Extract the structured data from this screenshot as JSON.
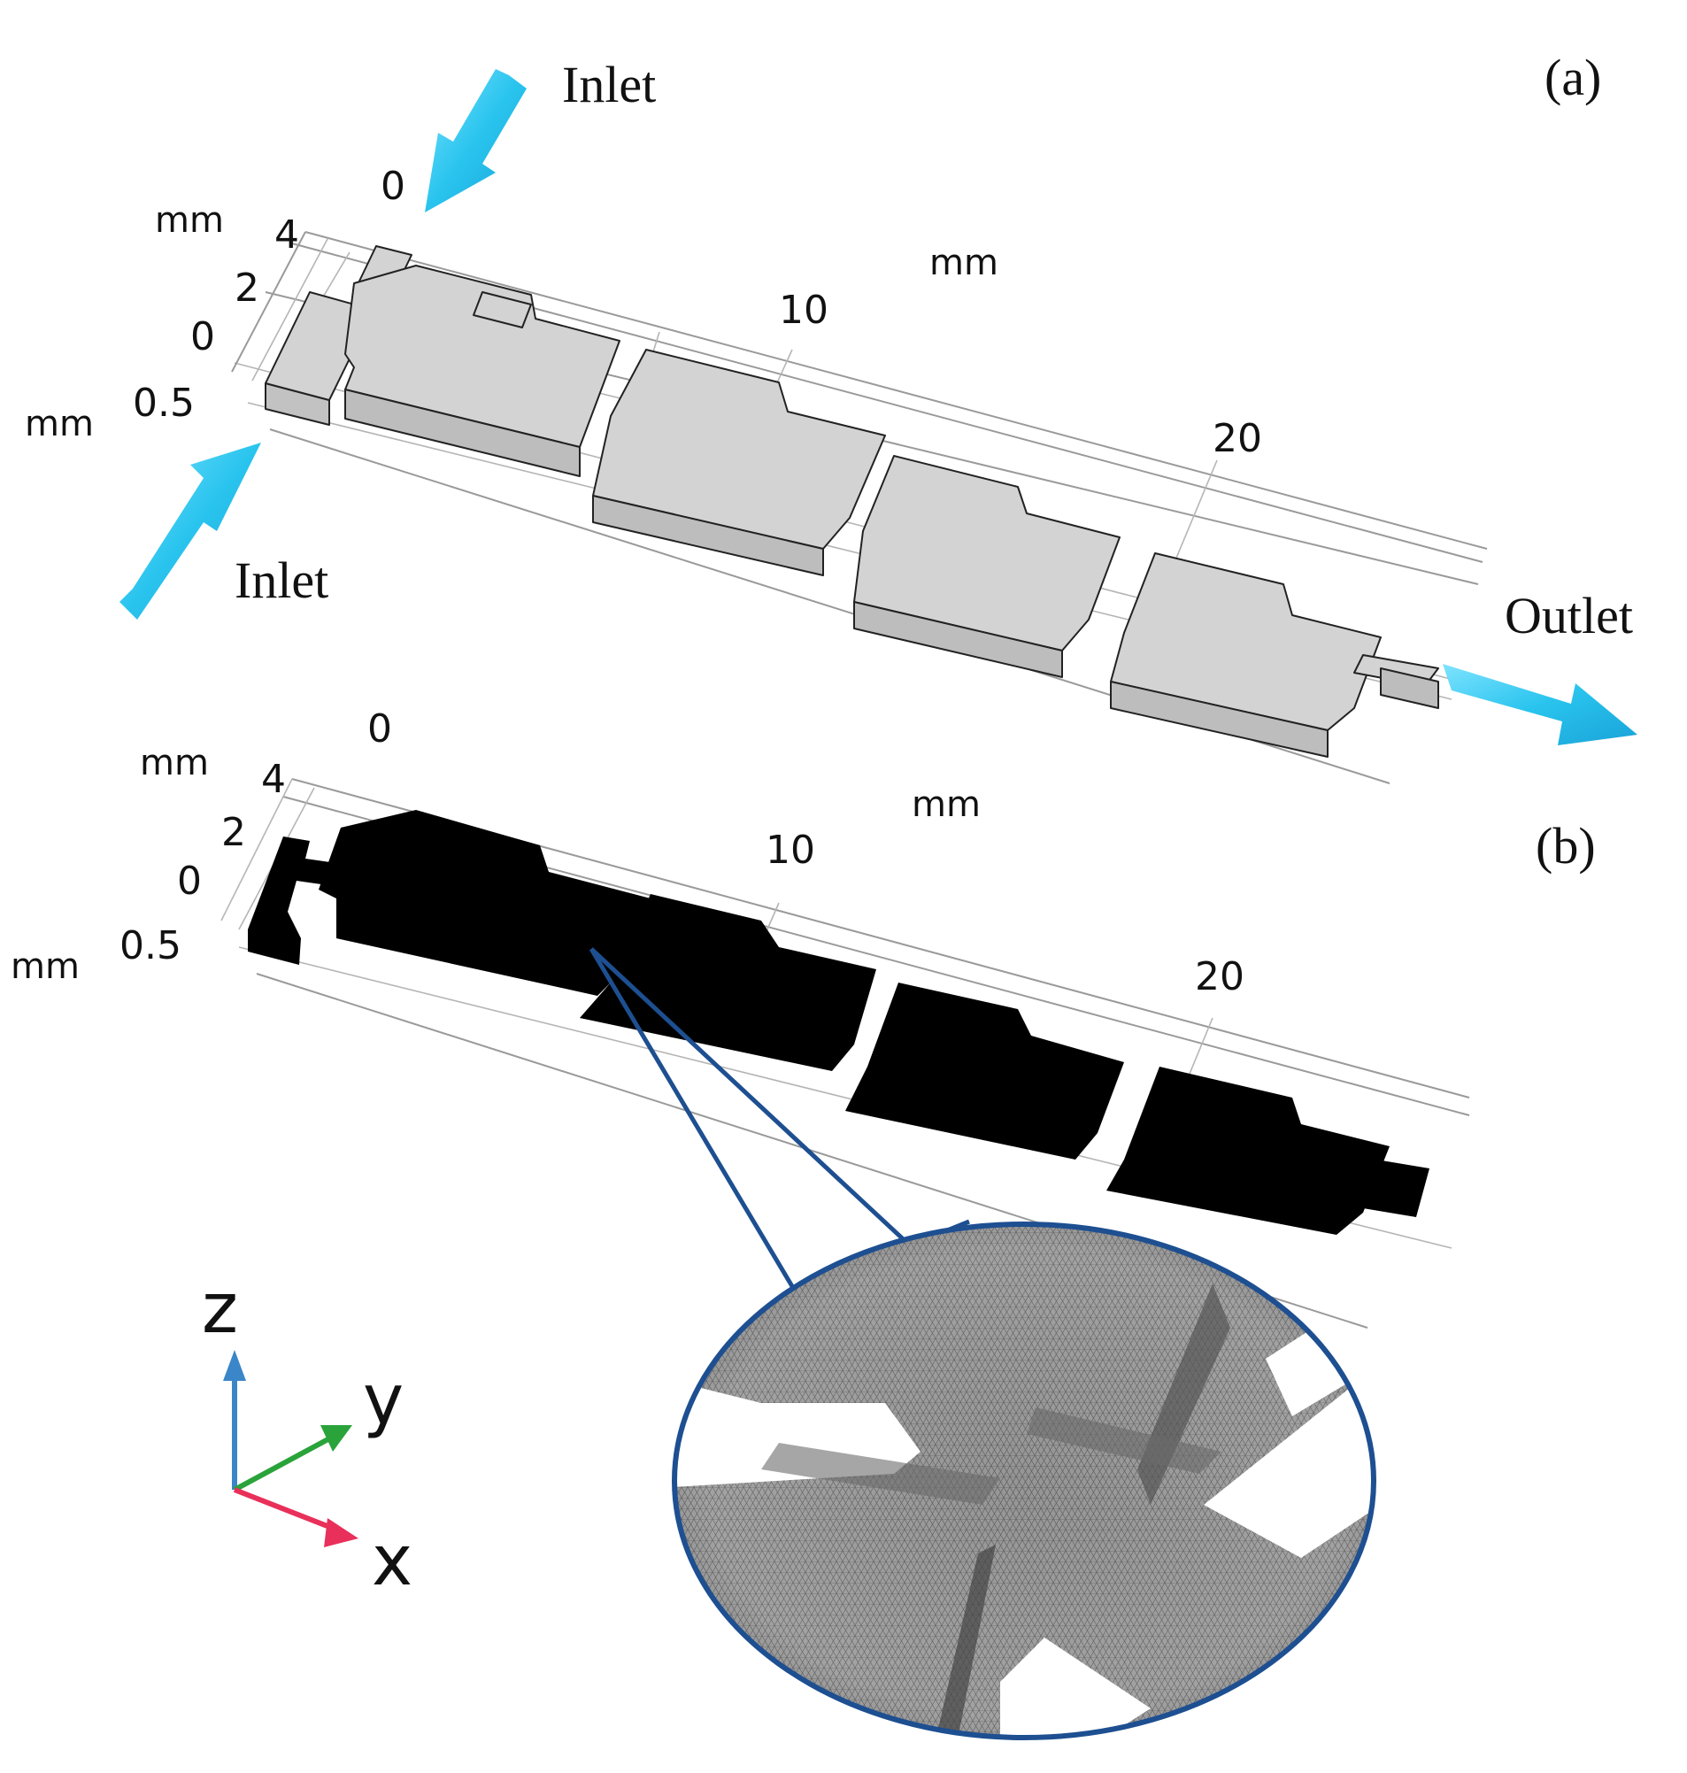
{
  "panel_a": {
    "label": "(a)",
    "inlet_top": "Inlet",
    "inlet_bottom": "Inlet",
    "outlet": "Outlet",
    "axis_len_label": "mm",
    "axis_width_label": "mm",
    "axis_height_label": "mm",
    "len_ticks": [
      "0",
      "10",
      "20"
    ],
    "width_ticks": [
      "4",
      "2",
      "0"
    ],
    "height_tick": "0.5"
  },
  "panel_b": {
    "label": "(b)",
    "axis_len_label": "mm",
    "axis_width_label": "mm",
    "axis_height_label": "mm",
    "len_ticks": [
      "0",
      "10",
      "20"
    ],
    "width_ticks": [
      "4",
      "2",
      "0"
    ],
    "height_tick": "0.5"
  },
  "triad": {
    "z": "z",
    "y": "y",
    "x": "x",
    "colors": {
      "z": "#3a86c8",
      "y": "#2aa33a",
      "x": "#e8305a"
    }
  },
  "colors": {
    "arrow": "#29c4ee",
    "geometry": "#d3d3d3",
    "mesh": "#000000",
    "zoom_outline": "#1d4f91"
  }
}
